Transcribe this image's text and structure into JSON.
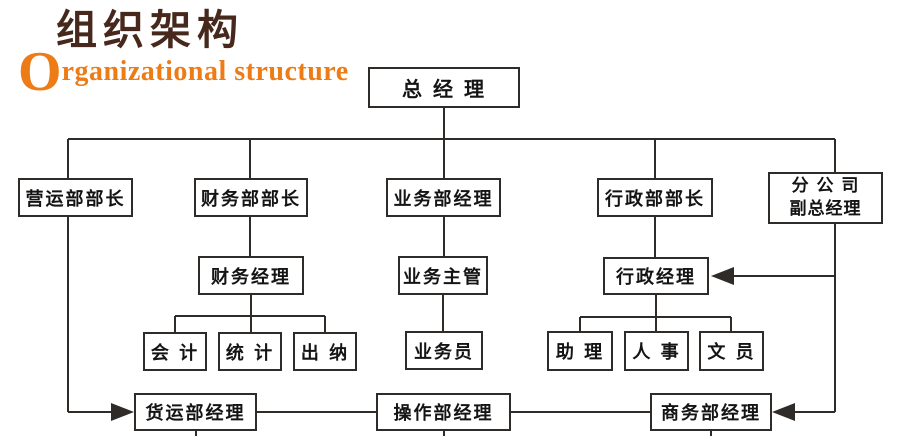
{
  "title": {
    "zh": "组织架构",
    "en_initial": "O",
    "en_rest": "rganizational structure"
  },
  "colors": {
    "title_brown": "#46281c",
    "accent_orange": "#ee7c16",
    "line_color": "#2e2b29",
    "box_background": "#ffffff",
    "box_text": "#141414"
  },
  "nodes": {
    "general_manager": "总 经 理",
    "operations_dept_head": "营运部部长",
    "finance_dept_head": "财务部部长",
    "business_dept_manager": "业务部经理",
    "admin_dept_head": "行政部部长",
    "branch_company_line1": "分 公 司",
    "branch_company_line2": "副总经理",
    "finance_manager": "财务经理",
    "business_supervisor": "业务主管",
    "admin_manager": "行政经理",
    "accountant": "会 计",
    "statistician": "统 计",
    "cashier": "出 纳",
    "salesperson": "业务员",
    "assistant": "助 理",
    "hr": "人 事",
    "clerk": "文 员",
    "freight_dept_manager": "货运部经理",
    "operation_dept_manager": "操作部经理",
    "commerce_dept_manager": "商务部经理"
  },
  "edges": [
    {
      "from": "general_manager",
      "to": "operations_dept_head",
      "arrow": false
    },
    {
      "from": "general_manager",
      "to": "finance_dept_head",
      "arrow": false
    },
    {
      "from": "general_manager",
      "to": "business_dept_manager",
      "arrow": false
    },
    {
      "from": "general_manager",
      "to": "admin_dept_head",
      "arrow": false
    },
    {
      "from": "general_manager",
      "to": "branch_company",
      "arrow": false
    },
    {
      "from": "finance_dept_head",
      "to": "finance_manager",
      "arrow": false
    },
    {
      "from": "business_dept_manager",
      "to": "business_supervisor",
      "arrow": false
    },
    {
      "from": "admin_dept_head",
      "to": "admin_manager",
      "arrow": false
    },
    {
      "from": "finance_manager",
      "to": "accountant",
      "arrow": false
    },
    {
      "from": "finance_manager",
      "to": "statistician",
      "arrow": false
    },
    {
      "from": "finance_manager",
      "to": "cashier",
      "arrow": false
    },
    {
      "from": "business_supervisor",
      "to": "salesperson",
      "arrow": false
    },
    {
      "from": "admin_manager",
      "to": "assistant",
      "arrow": false
    },
    {
      "from": "admin_manager",
      "to": "hr",
      "arrow": false
    },
    {
      "from": "admin_manager",
      "to": "clerk",
      "arrow": false
    },
    {
      "from": "operations_dept_head",
      "to": "freight_dept_manager",
      "arrow": true
    },
    {
      "from": "branch_company",
      "to": "admin_manager",
      "arrow": true
    },
    {
      "from": "branch_company",
      "to": "commerce_dept_manager",
      "arrow": true
    },
    {
      "from": "freight_dept_manager",
      "to": "operation_dept_manager",
      "arrow": false
    },
    {
      "from": "operation_dept_manager",
      "to": "commerce_dept_manager",
      "arrow": false
    }
  ]
}
